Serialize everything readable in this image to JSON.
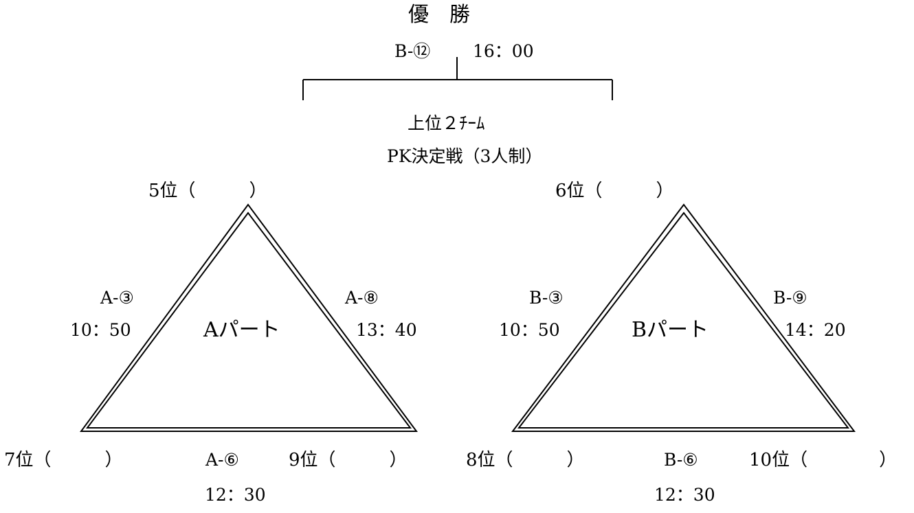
{
  "final": {
    "title": "優　勝",
    "match_id": "B-⑫",
    "time": "16：00",
    "note_line1": "上位２ﾁｰﾑ",
    "note_line2": "PK決定戦（3人制）"
  },
  "part_a": {
    "name": "Aパート",
    "top_rank": "5位（　　　）",
    "left_match": {
      "id": "A-③",
      "time": "10：50"
    },
    "right_match": {
      "id": "A-⑧",
      "time": "13：40"
    },
    "bottom_match": {
      "id": "A-⑥",
      "time": "12：30"
    },
    "bottom_left_rank": "7位（　　　）",
    "bottom_right_rank": "9位（　　　）"
  },
  "part_b": {
    "name": "Bパート",
    "top_rank": "6位（　　　）",
    "left_match": {
      "id": "B-③",
      "time": "10：50"
    },
    "right_match": {
      "id": "B-⑨",
      "time": "14：20"
    },
    "bottom_match": {
      "id": "B-⑥",
      "time": "12：30"
    },
    "bottom_left_rank": "8位（　　　）",
    "bottom_right_rank": "10位（　　　　）"
  }
}
